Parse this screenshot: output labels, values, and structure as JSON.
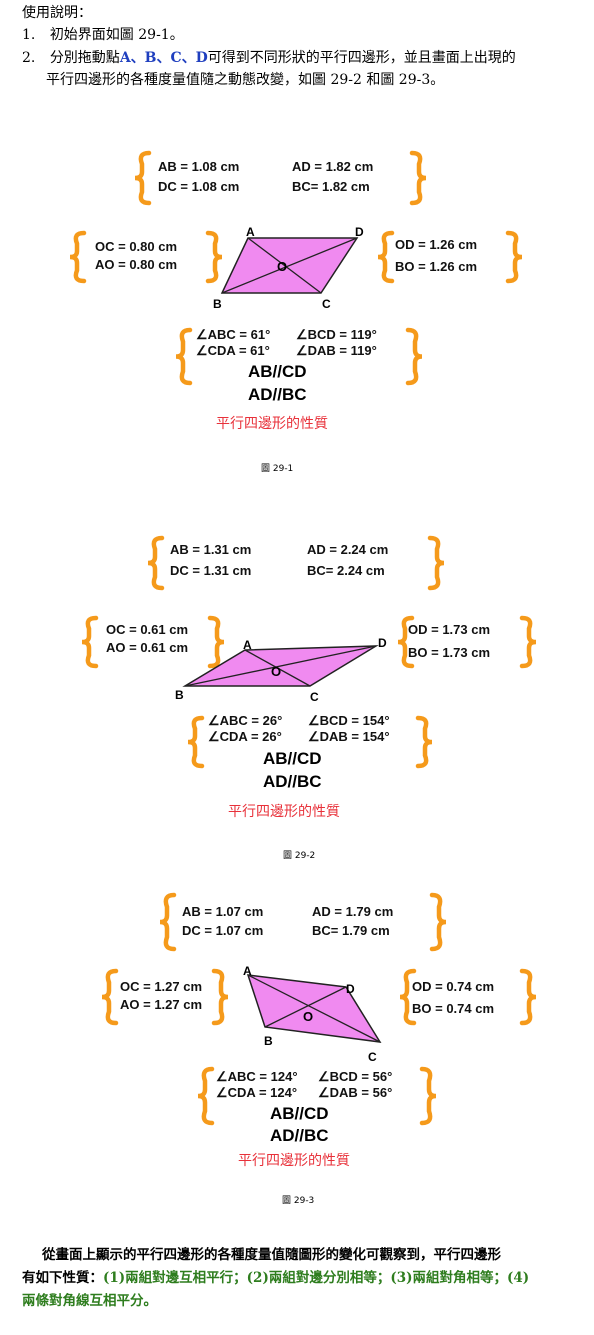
{
  "instructions": {
    "heading": "使用說明：",
    "item1_num": "1.",
    "item1_text": "初始界面如圖 29-1。",
    "item2_num": "2.",
    "item2_pre": "分別拖動點",
    "item2_points": "A、B、C、D",
    "item2_post": "可得到不同形狀的平行四邊形，並且畫面上出現的",
    "item2_line2": "平行四邊形的各種度量值隨之動態改變，如圖 29-2 和圖 29-3。"
  },
  "figures": [
    {
      "ab": "AB = 1.08 cm",
      "dc": "DC = 1.08 cm",
      "ad": "AD = 1.82 cm",
      "bc": "BC= 1.82 cm",
      "oc": "OC = 0.80 cm",
      "ao": "AO = 0.80 cm",
      "od": "OD = 1.26 cm",
      "bo": "BO = 1.26 cm",
      "abc": "∠ABC = 61°",
      "cda": "∠CDA = 61°",
      "bcd": "∠BCD = 119°",
      "dab": "∠DAB = 119°",
      "parallel1": "AB//CD",
      "parallel2": "AD//BC",
      "property": "平行四邊形的性質",
      "caption": "圖 29-1",
      "vertices": {
        "a": "A",
        "b": "B",
        "c": "C",
        "d": "D",
        "o": "O"
      }
    },
    {
      "ab": "AB = 1.31 cm",
      "dc": "DC = 1.31 cm",
      "ad": "AD = 2.24 cm",
      "bc": "BC= 2.24 cm",
      "oc": "OC = 0.61 cm",
      "ao": "AO = 0.61 cm",
      "od": "OD = 1.73 cm",
      "bo": "BO = 1.73 cm",
      "abc": "∠ABC = 26°",
      "cda": "∠CDA = 26°",
      "bcd": "∠BCD = 154°",
      "dab": "∠DAB = 154°",
      "parallel1": "AB//CD",
      "parallel2": "AD//BC",
      "property": "平行四邊形的性質",
      "caption": "圖 29-2",
      "vertices": {
        "a": "A",
        "b": "B",
        "c": "C",
        "d": "D",
        "o": "O"
      }
    },
    {
      "ab": "AB = 1.07 cm",
      "dc": "DC = 1.07 cm",
      "ad": "AD = 1.79 cm",
      "bc": "BC= 1.79 cm",
      "oc": "OC = 1.27 cm",
      "ao": "AO = 1.27 cm",
      "od": "OD = 0.74 cm",
      "bo": "BO = 0.74 cm",
      "abc": "∠ABC = 124°",
      "cda": "∠CDA = 124°",
      "bcd": "∠BCD = 56°",
      "dab": "∠DAB = 56°",
      "parallel1": "AB//CD",
      "parallel2": "AD//BC",
      "property": "平行四邊形的性質",
      "caption": "圖 29-3",
      "vertices": {
        "a": "A",
        "b": "B",
        "c": "C",
        "d": "D",
        "o": "O"
      }
    }
  ],
  "conclusion": {
    "lead": "從畫面上顯示的平行四邊形的各種度量值隨圖形的變化可觀察到，平行四邊形",
    "prefix": "有如下性質：",
    "p1": "(1)兩組對邊互相平行；",
    "p2": "(2)兩組對邊分別相等；",
    "p3": "(3)兩組對角相等；",
    "p4a": "(4)",
    "p4b": "兩條對角線互相平分。"
  },
  "colors": {
    "accent_blue": "#1f3fbf",
    "brace_orange": "#f59a1b",
    "parallelogram_fill": "#f08af0",
    "property_red": "#e8313a",
    "conclusion_green": "#2e7d1e"
  }
}
